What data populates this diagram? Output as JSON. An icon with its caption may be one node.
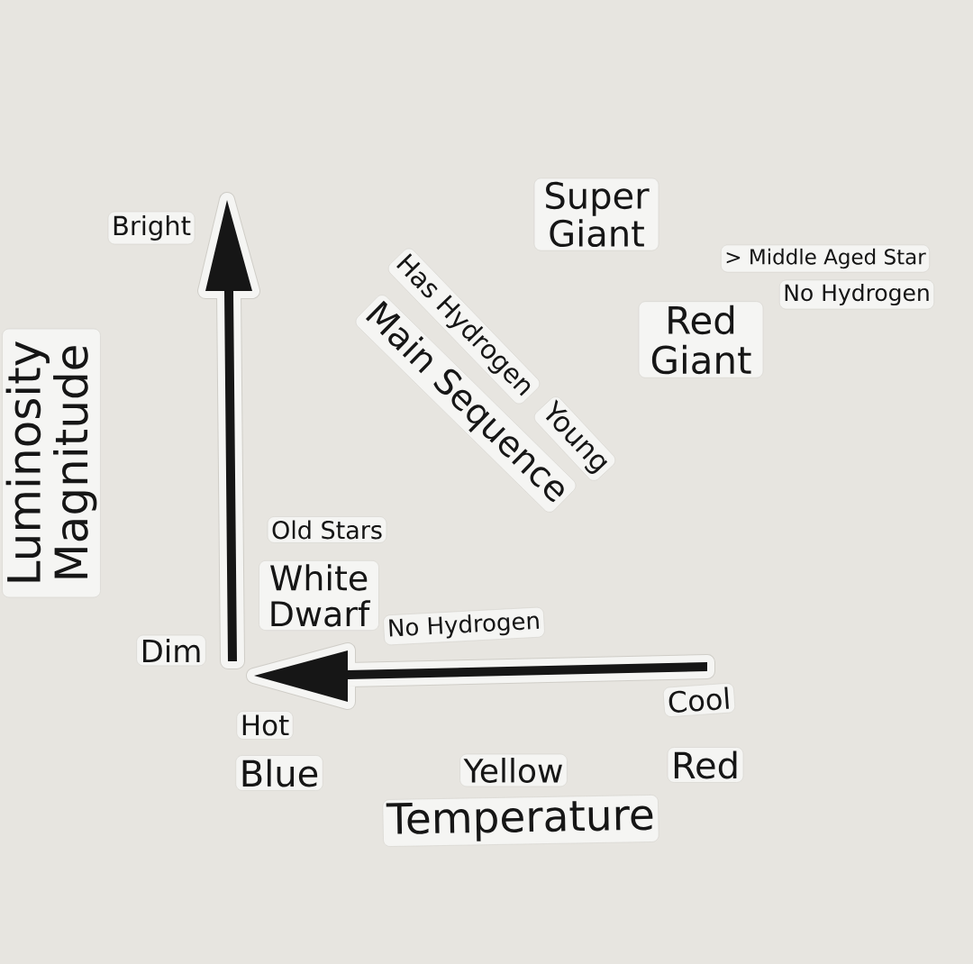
{
  "diagram": {
    "labels": [
      "Super Giant",
      "Bright",
      "> Middle Aged Star",
      "No Hydrogen",
      "Red Giant",
      "Has Hydrogen",
      "Main Sequence",
      "Young",
      "Luminosity Magnitude",
      "Old Stars",
      "White Dwarf",
      "No Hydrogen",
      "Dim",
      "Cool",
      "Hot",
      "Blue",
      "Yellow",
      "Red",
      "Temperature"
    ]
  }
}
